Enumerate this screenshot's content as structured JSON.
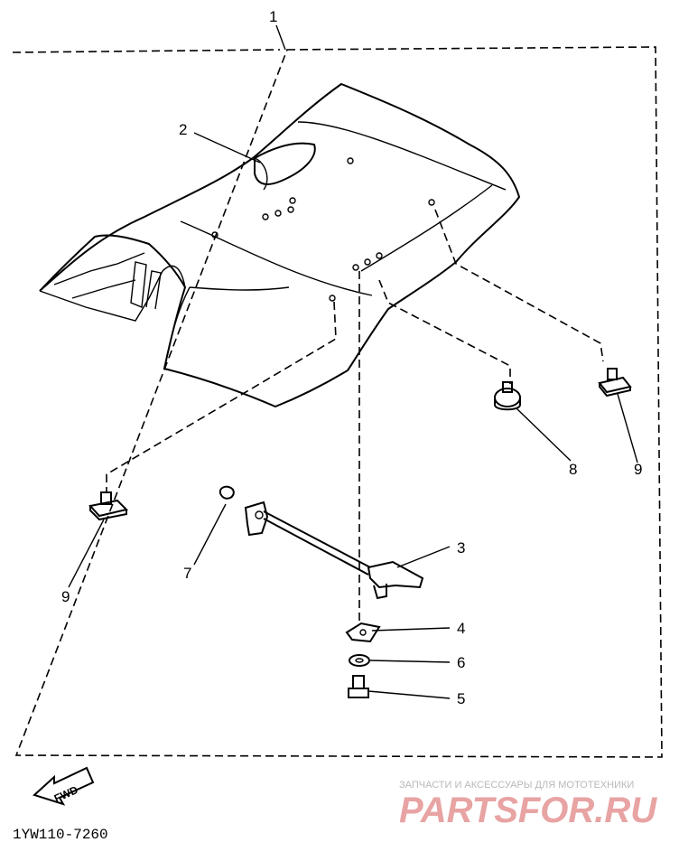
{
  "callouts": {
    "c1": "1",
    "c2": "2",
    "c3": "3",
    "c4": "4",
    "c5": "5",
    "c6": "6",
    "c7": "7",
    "c8": "8",
    "c9a": "9",
    "c9b": "9"
  },
  "fwd_label": "FWD",
  "diagram_code": "1YW110-7260",
  "watermark": {
    "subtitle": "ЗАПЧАСТИ И АКСЕССУАРЫ ДЛЯ МОТОТЕХНИКИ",
    "brand": "PARTSFOR.RU"
  }
}
